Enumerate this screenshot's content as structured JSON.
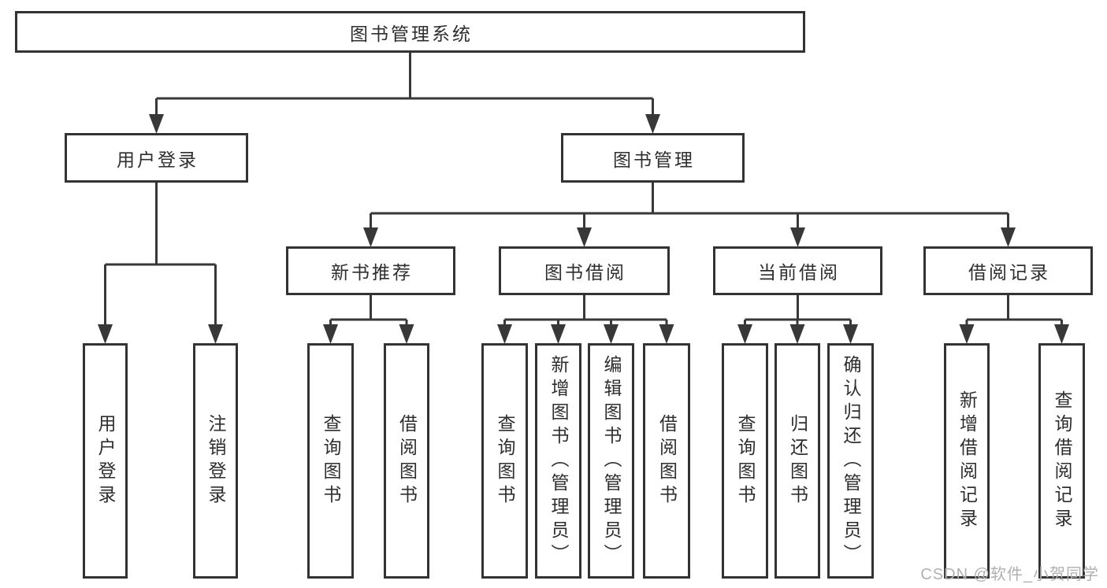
{
  "colors": {
    "background": "#ffffff",
    "box_border": "#333333",
    "connector": "#383838",
    "text": "#2e2e2e",
    "watermark": "#b0b0b0"
  },
  "tree": {
    "label": "图书管理系统",
    "children": [
      {
        "label": "用户登录",
        "children": [
          {
            "label": "用户登录"
          },
          {
            "label": "注销登录"
          }
        ]
      },
      {
        "label": "图书管理",
        "children": [
          {
            "label": "新书推荐",
            "children": [
              {
                "label": "查询图书"
              },
              {
                "label": "借阅图书"
              }
            ]
          },
          {
            "label": "图书借阅",
            "children": [
              {
                "label": "查询图书"
              },
              {
                "label": "新增图书（管理员）"
              },
              {
                "label": "编辑图书（管理员）"
              },
              {
                "label": "借阅图书"
              }
            ]
          },
          {
            "label": "当前借阅",
            "children": [
              {
                "label": "查询图书"
              },
              {
                "label": "归还图书"
              },
              {
                "label": "确认归还（管理员）"
              }
            ]
          },
          {
            "label": "借阅记录",
            "children": [
              {
                "label": "新增借阅记录"
              },
              {
                "label": "查询借阅记录"
              }
            ]
          }
        ]
      }
    ]
  },
  "watermark": {
    "text": "CSDN @软件_小贺同学"
  }
}
